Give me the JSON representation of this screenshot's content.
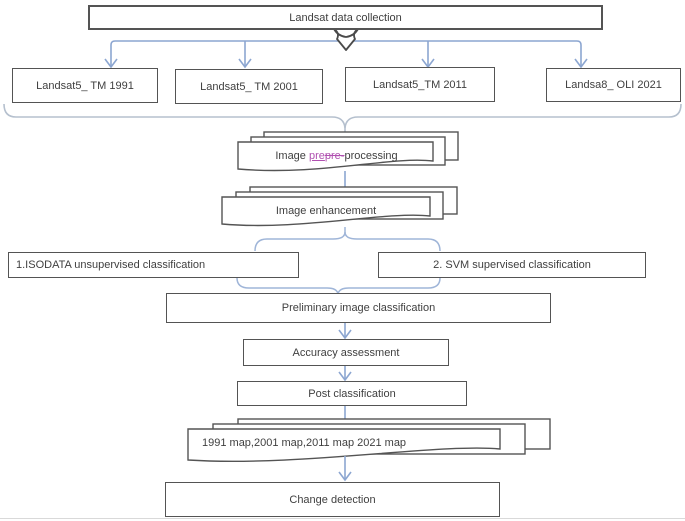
{
  "title": {
    "label": "Landsat data collection"
  },
  "sources": [
    {
      "label": "Landsat5_ TM 1991"
    },
    {
      "label": "Landsat5_ TM 2001"
    },
    {
      "label": "Landsat5_TM 2011"
    },
    {
      "label": "Landsa8_ OLI 2021"
    }
  ],
  "preprocessing": {
    "prefix": "Image ",
    "inserted_text": "pre",
    "deleted_text": "pre-",
    "suffix": "processing"
  },
  "enhancement": {
    "label": "Image enhancement"
  },
  "classification": {
    "left": "1.ISODATA unsupervised classification",
    "right": "2. SVM supervised classification"
  },
  "preliminary": {
    "label": "Preliminary image classification"
  },
  "accuracy": {
    "label": "Accuracy assessment"
  },
  "post": {
    "label": "Post classification"
  },
  "maps": {
    "label": "1991 map,2001 map,2011 map 2021 map"
  },
  "change": {
    "label": "Change detection"
  },
  "colors": {
    "connector": "#8CA6D1",
    "brace": "#9FB5D8",
    "big_brace": "#B5C0CE",
    "border": "#545454",
    "text": "#3F3F3F",
    "tracked_change": "#B050B0"
  }
}
